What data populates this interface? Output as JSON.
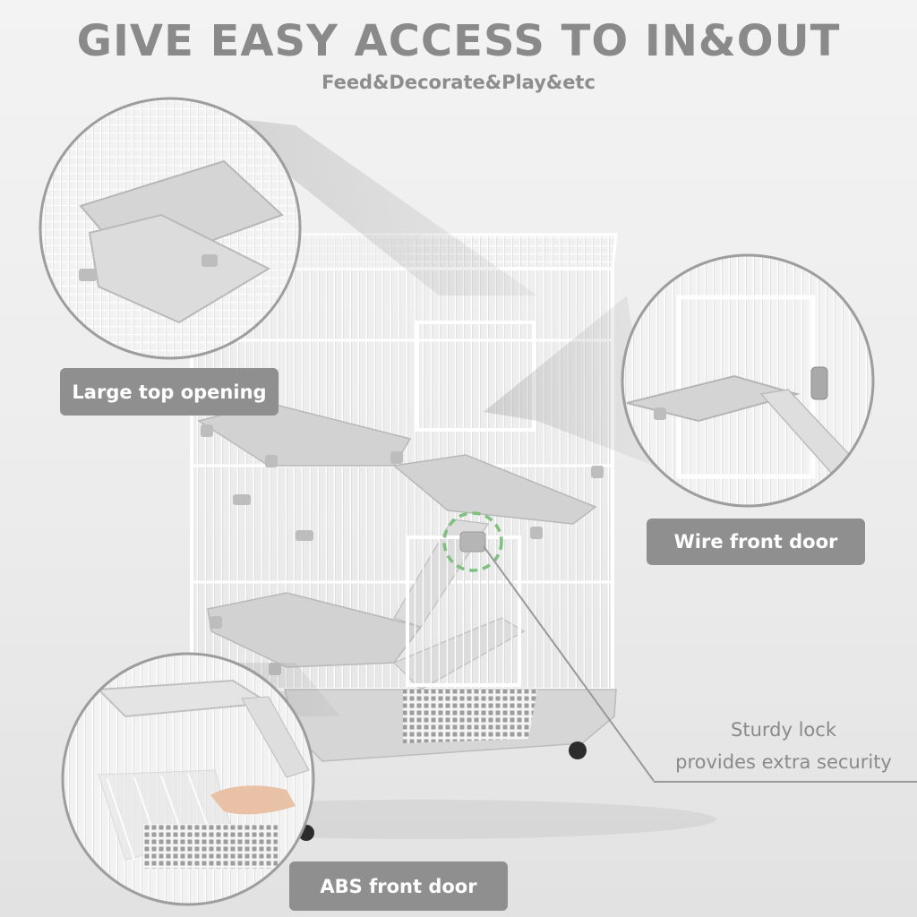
{
  "header": {
    "title": "GIVE EASY ACCESS TO IN&OUT",
    "subtitle": "Feed&Decorate&Play&etc"
  },
  "callouts": {
    "top_opening": "Large top opening",
    "wire_door": "Wire front door",
    "lock_line1": "Sturdy lock",
    "lock_line2": "provides extra security",
    "abs_door": "ABS front door"
  },
  "colors": {
    "headline": "#8a8a8a",
    "label_bg": "#8f8f8f",
    "label_text": "#ffffff",
    "wire": "#ffffff",
    "plastic": "#d4d4d4",
    "lock_highlight": "#7ec07e"
  },
  "icons": [
    "pet-cage-illustration",
    "magnifier-circle",
    "lock-highlight-circle"
  ]
}
